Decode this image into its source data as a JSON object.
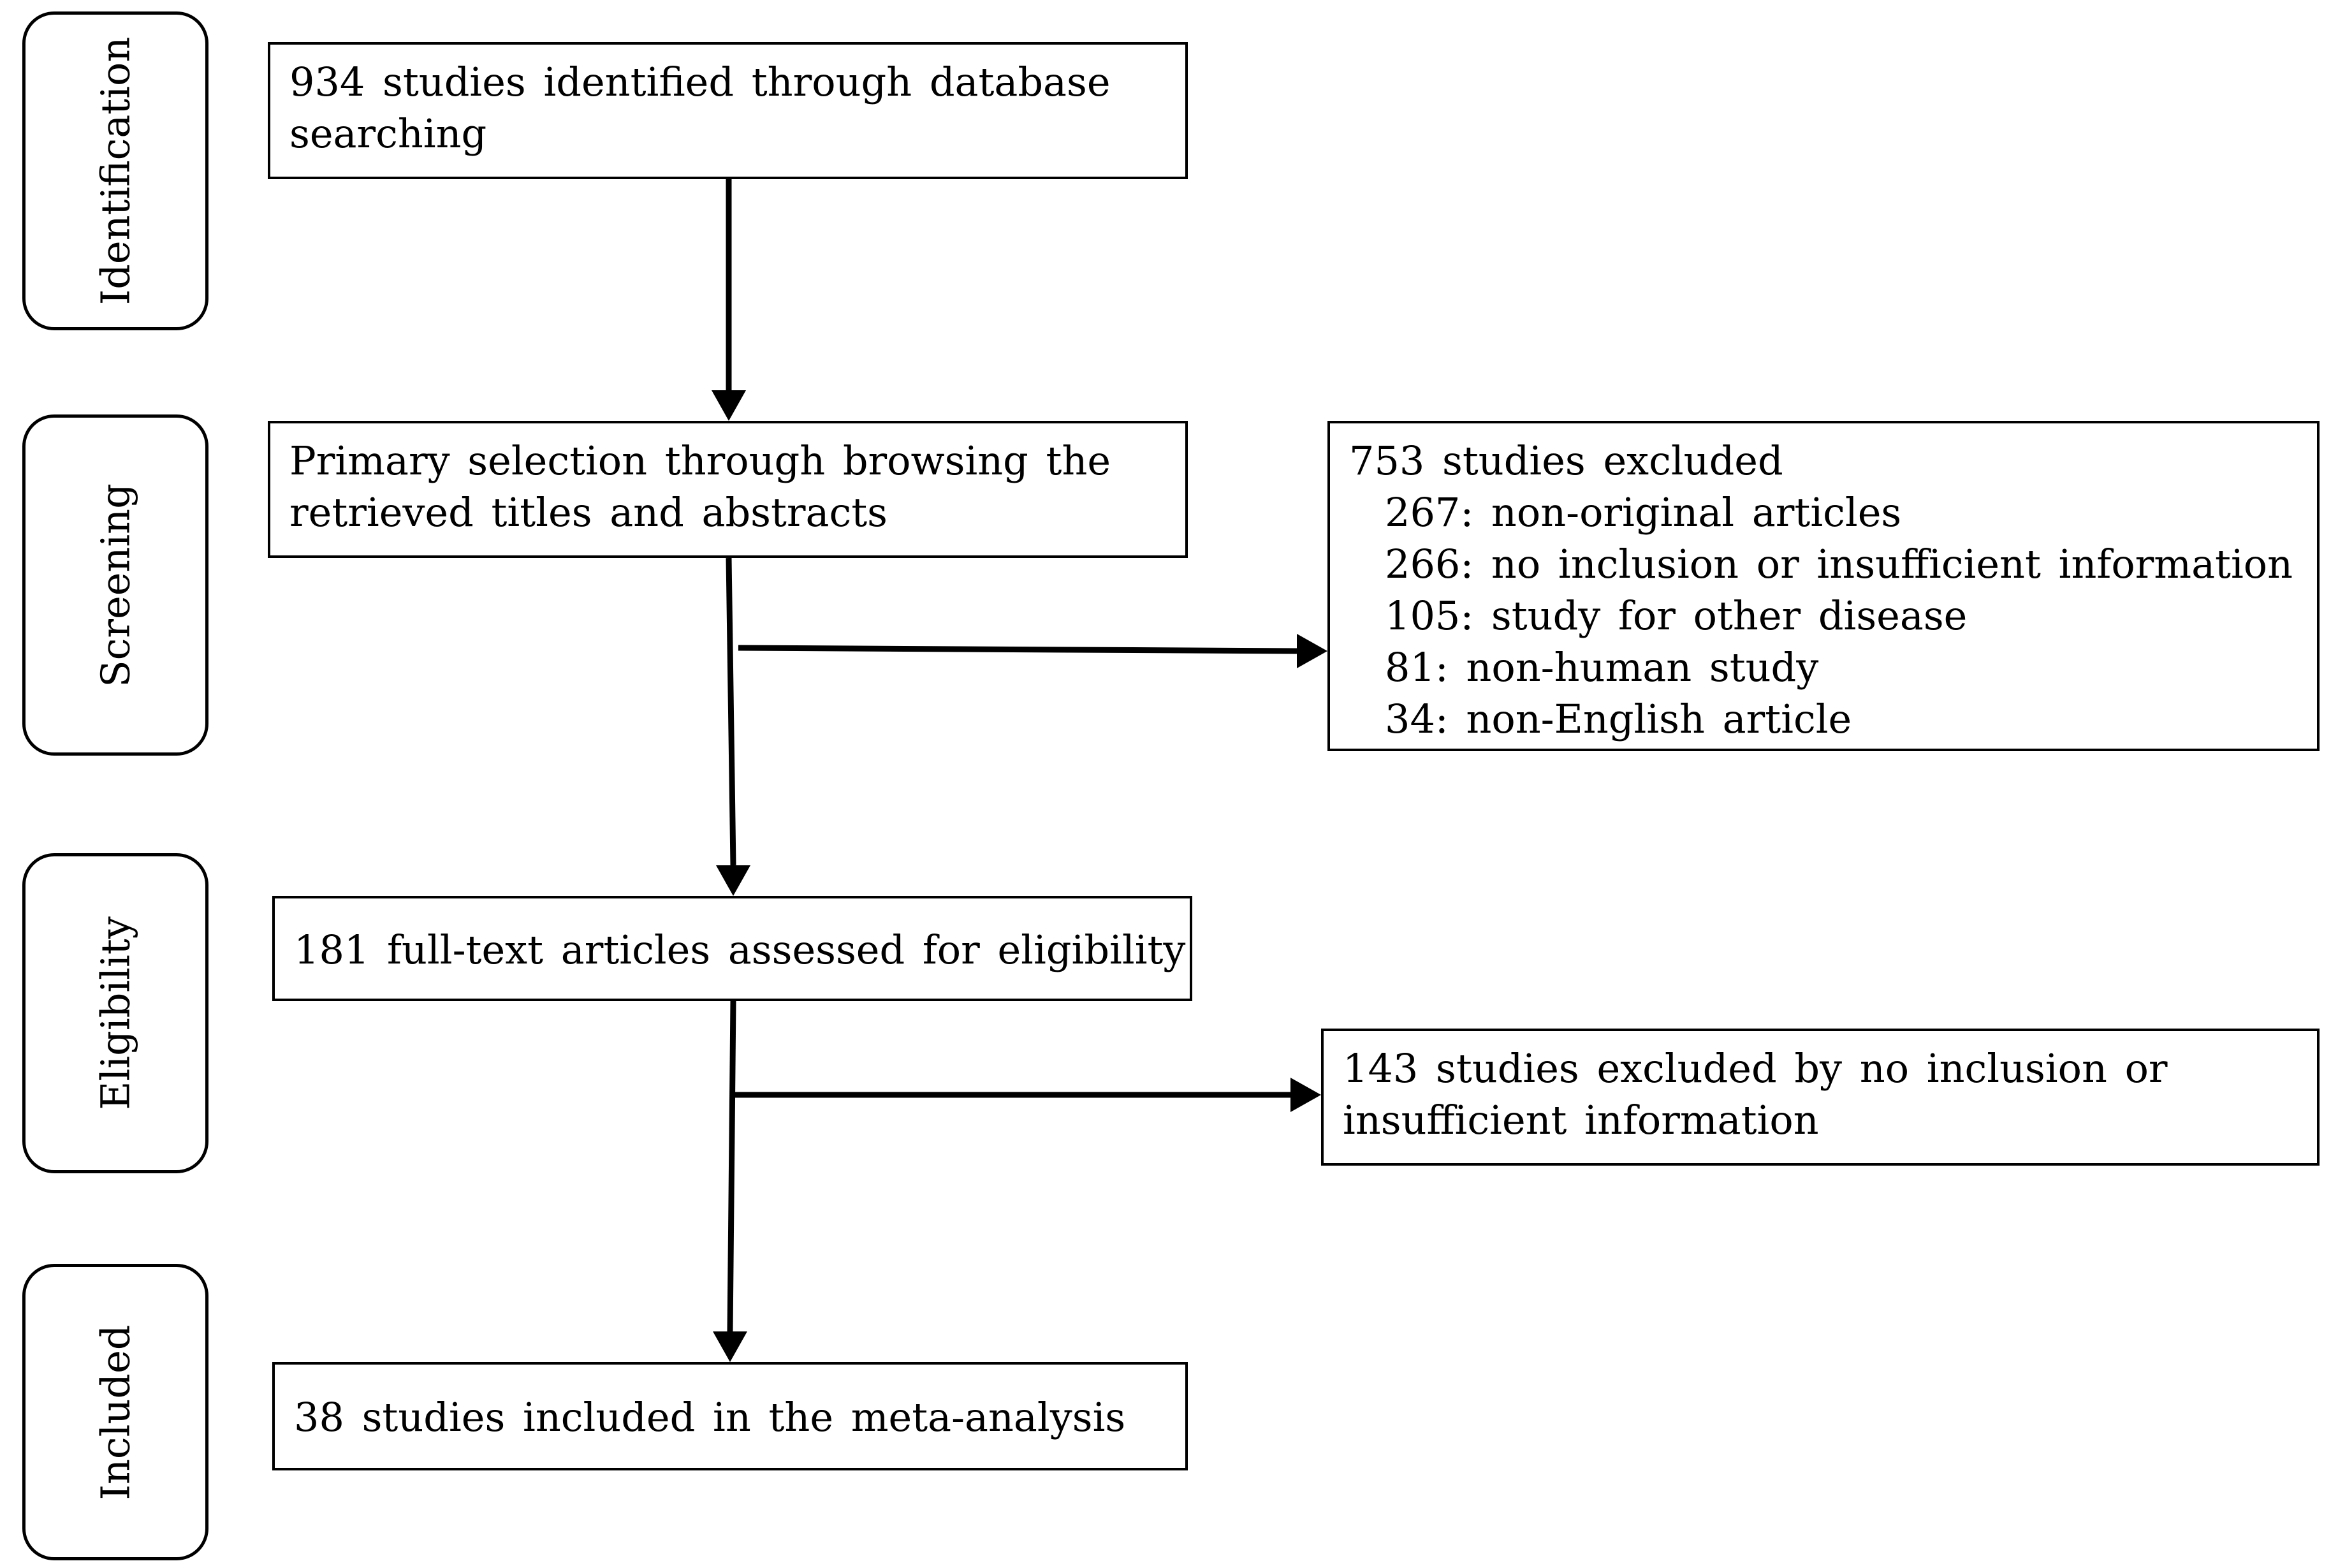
{
  "stages": {
    "identification": "Identification",
    "screening": "Screening",
    "eligibility": "Eligibility",
    "included": "Included"
  },
  "boxes": {
    "identified": [
      "934 studies identified through database",
      "searching"
    ],
    "screening": [
      "Primary selection through browsing the",
      "retrieved titles and abstracts"
    ],
    "excluded_screening": {
      "title": "753 studies excluded",
      "items": [
        "267: non-original articles",
        "266: no inclusion or insufficient information",
        "105: study for other disease",
        "81: non-human study",
        "34: non-English article"
      ]
    },
    "eligibility": "181 full-text articles assessed for eligibility",
    "excluded_eligibility": [
      "143 studies excluded by no inclusion or",
      "insufficient information"
    ],
    "included": "38 studies included in the meta-analysis"
  }
}
